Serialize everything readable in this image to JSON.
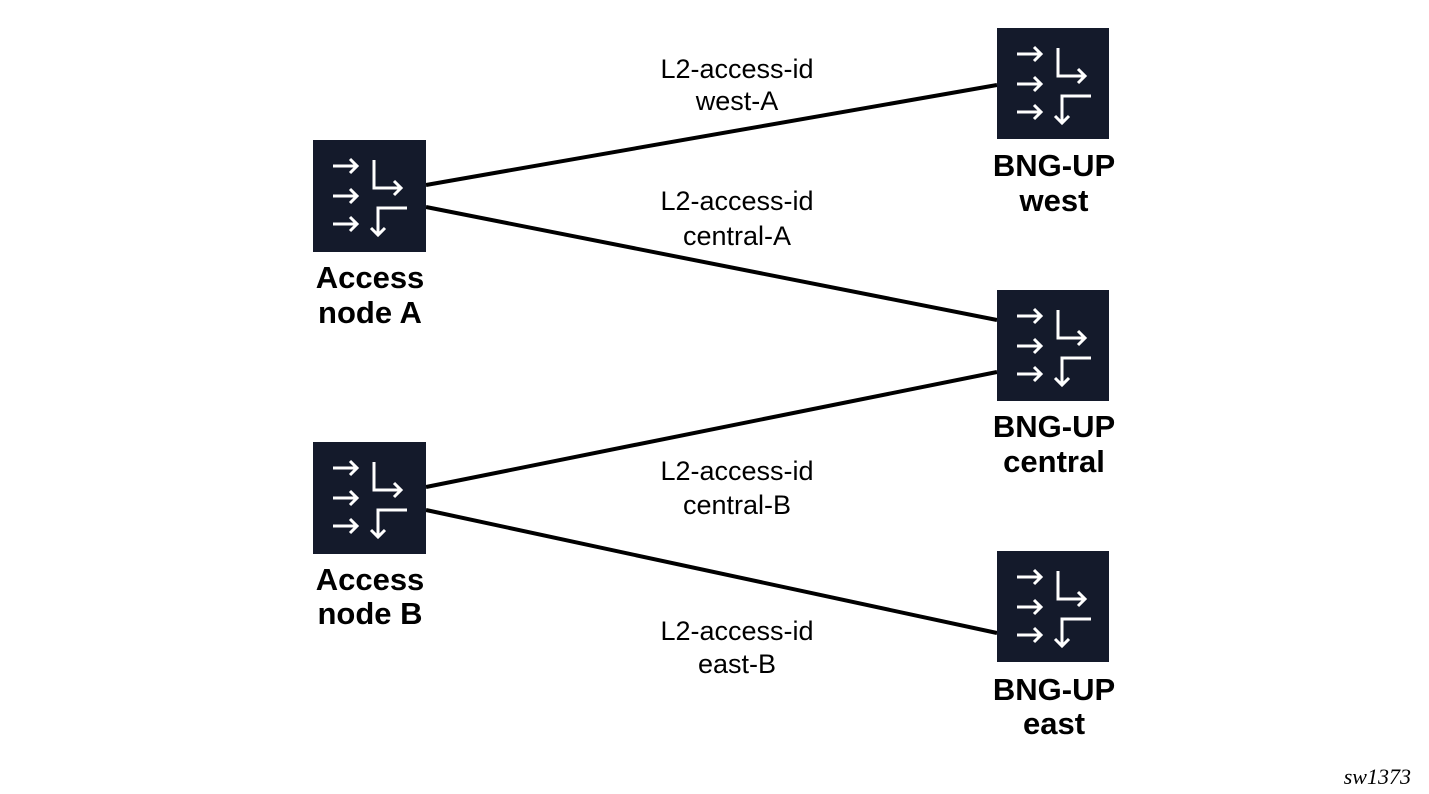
{
  "nodes": {
    "access_a": {
      "line1": "Access",
      "line2": "node A",
      "icon": "router-icon"
    },
    "access_b": {
      "line1": "Access",
      "line2": "node B",
      "icon": "router-icon"
    },
    "bng_west": {
      "line1": "BNG-UP",
      "line2": "west",
      "icon": "router-icon"
    },
    "bng_central": {
      "line1": "BNG-UP",
      "line2": "central",
      "icon": "router-icon"
    },
    "bng_east": {
      "line1": "BNG-UP",
      "line2": "east",
      "icon": "router-icon"
    }
  },
  "links": {
    "west_a": {
      "line1": "L2-access-id",
      "line2": "west-A"
    },
    "central_a": {
      "line1": "L2-access-id",
      "line2": "central-A"
    },
    "central_b": {
      "line1": "L2-access-id",
      "line2": "central-B"
    },
    "east_b": {
      "line1": "L2-access-id",
      "line2": "east-B"
    }
  },
  "figure_id": "sw1373",
  "colors": {
    "node_fill": "#141a2b",
    "glyph": "#ffffff",
    "line": "#000000"
  }
}
